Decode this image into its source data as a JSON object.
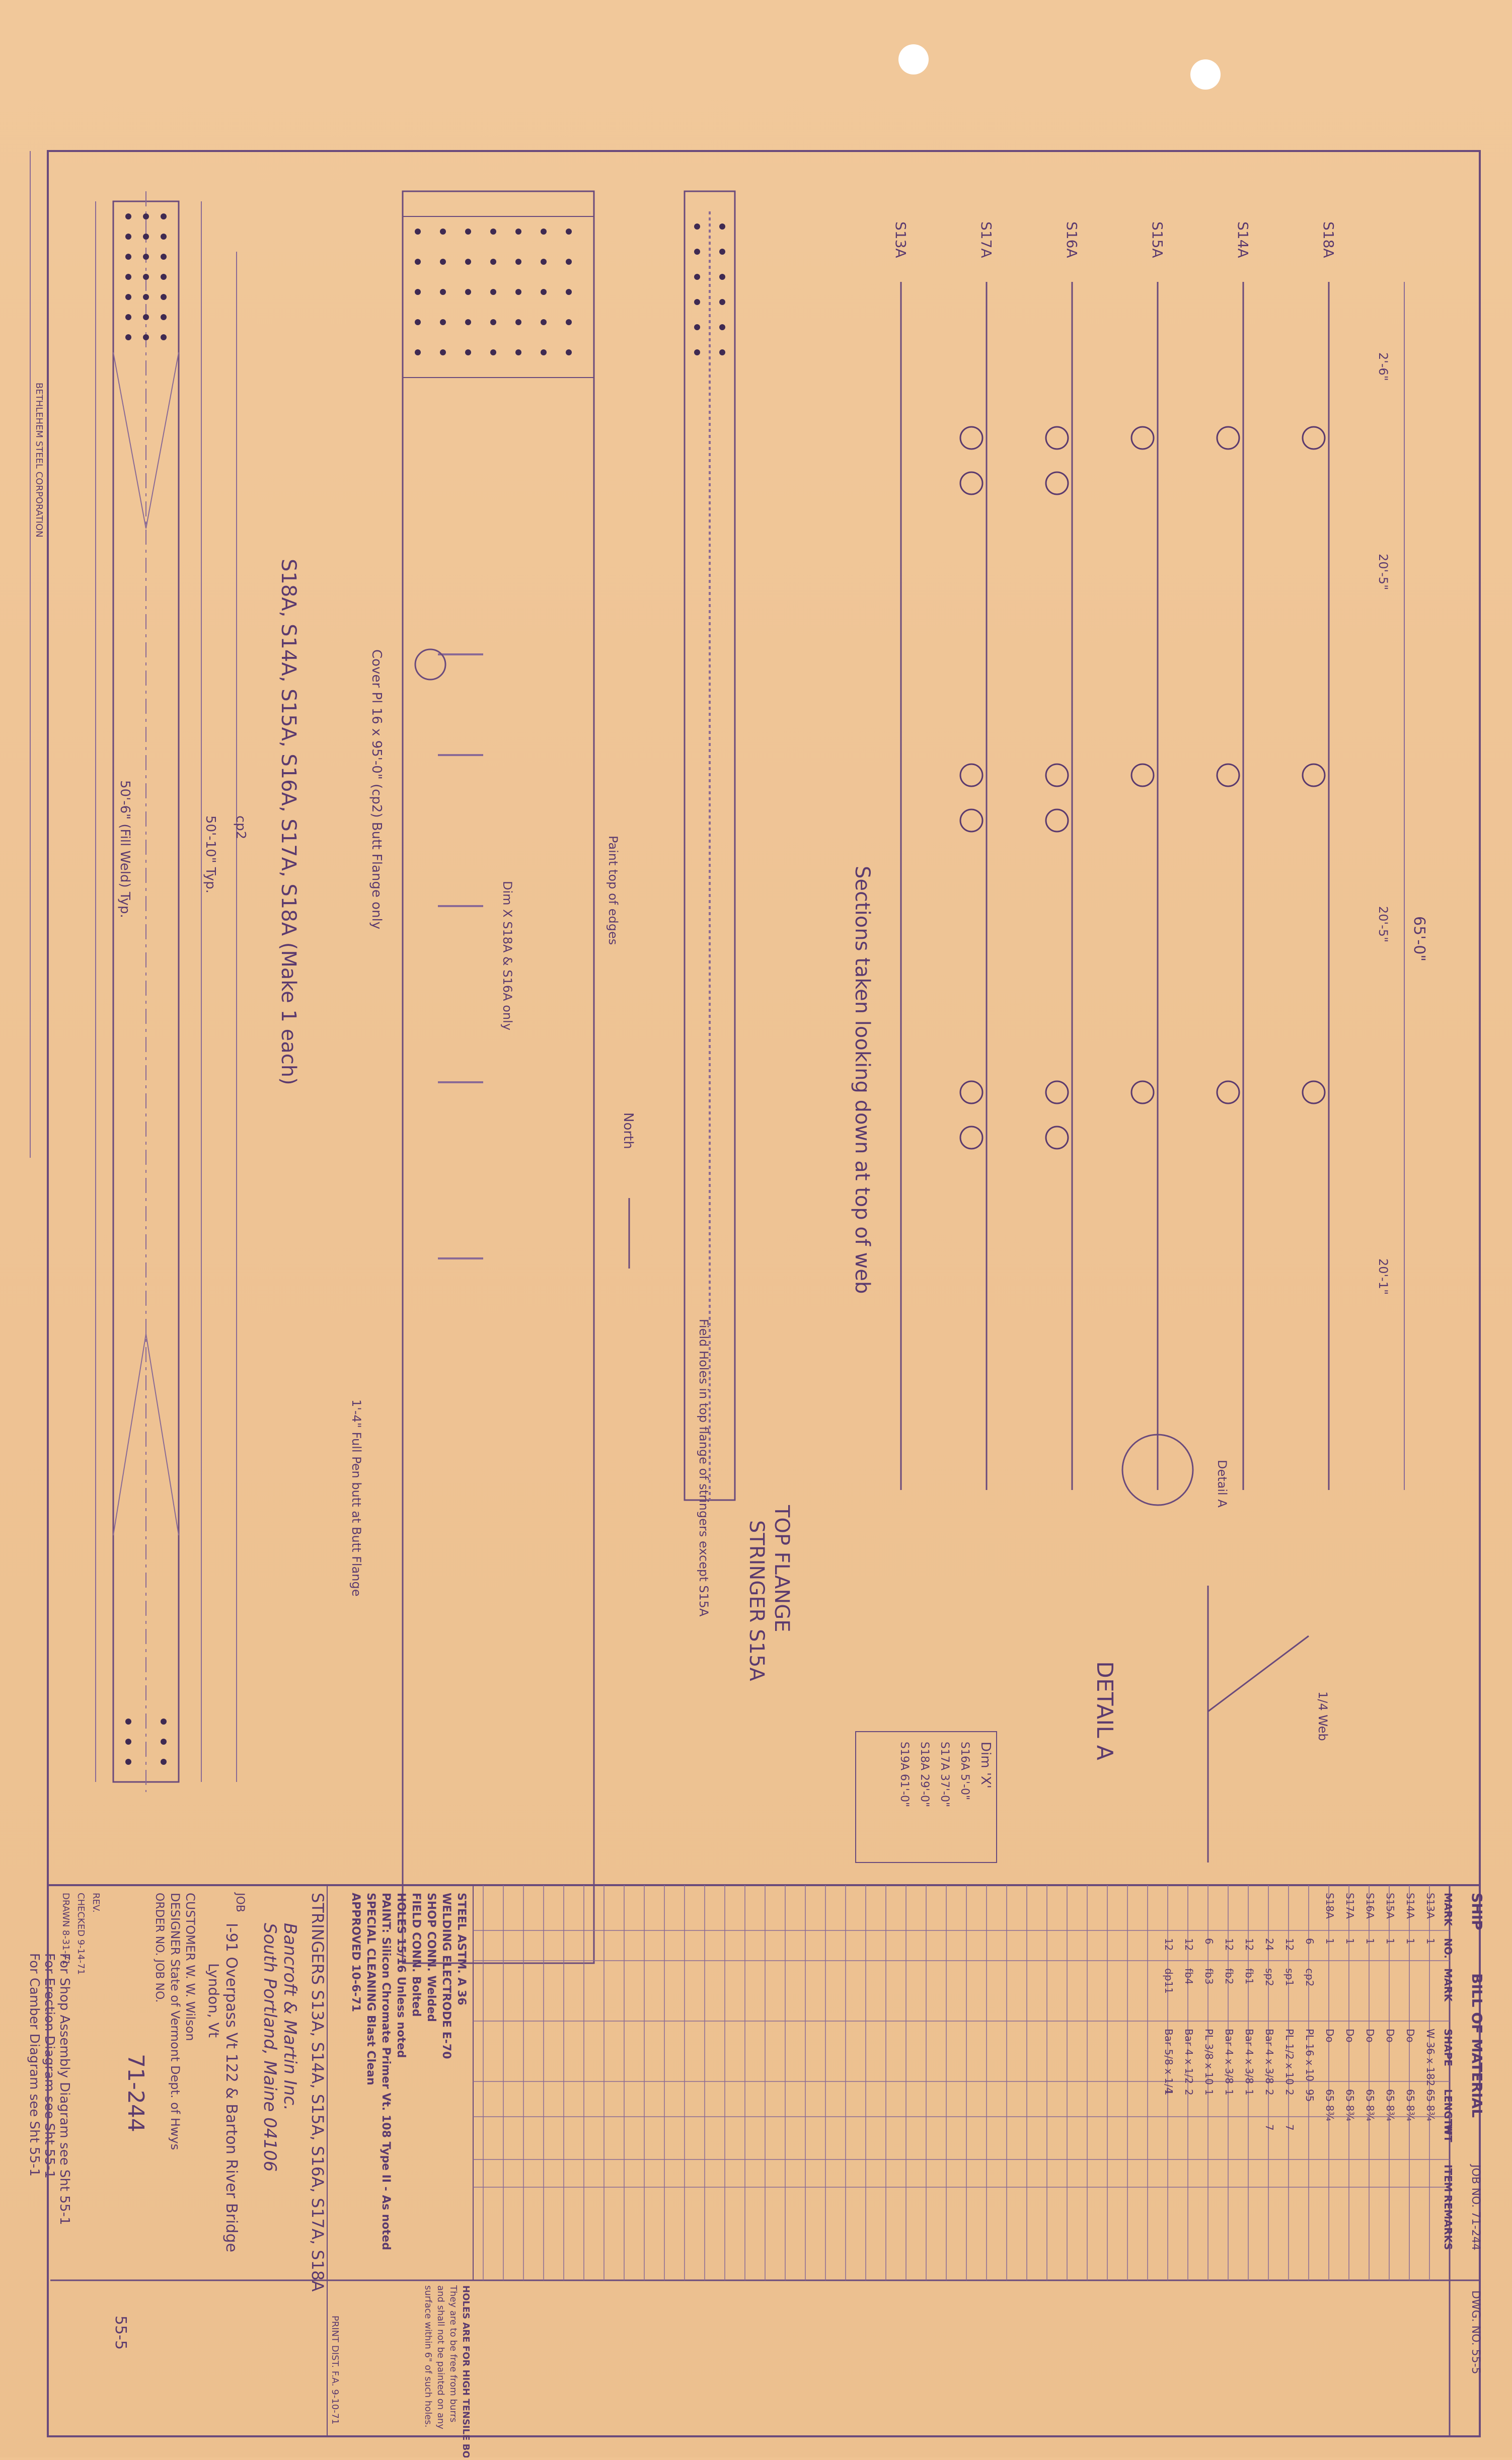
{
  "sheet": {
    "edge_print": "BETHLEHEM STEEL CORPORATION"
  },
  "elevation": {
    "title": "S18A, S14A, S15A, S16A, S17A, S18A  (Make 1 each)",
    "weld_note": "50'-6\" (Fill Weld) Typ.",
    "dim_50_10": "50'-10\" Typ.",
    "cp2_label": "cp2"
  },
  "cover": {
    "note": "Cover Pl 16 x 95'-0\" (cp2) Butt Flange only",
    "dim_x_note": "Dim X S18A & S16A only",
    "paint_note": "Paint top of edges",
    "north": "North",
    "butt_note": "1'-4\" Full Pen butt at Butt Flange"
  },
  "flange": {
    "title": "TOP FLANGE",
    "subtitle": "STRINGER S15A",
    "holes_note": "Field Holes in top flange of stringers except S15A"
  },
  "dim_table": {
    "title": "Dim 'X'",
    "row1": "S16A 5'-0\"",
    "row2": "S17A 37'-0\"",
    "row3": "S18A 29'-0\"",
    "row4": "S19A 61'-0\""
  },
  "sections": {
    "labels": [
      "S13A",
      "S17A",
      "S16A",
      "S15A",
      "S14A",
      "S18A"
    ],
    "overall_length": "65'-0\"",
    "dim_a": "2'-6\"",
    "dim_b": "20'-5\"",
    "dim_c": "20'-5\"",
    "dim_d": "20'-1\"",
    "caption": "Sections taken looking down at top of web",
    "detail_callout": "Detail A",
    "detail_title": "DETAIL A",
    "detail_note": "1/4 Web"
  },
  "title_block": {
    "ship_label": "SHIP",
    "bom_title": "BILL OF MATERIAL",
    "job_no": "JOB NO. 71-244",
    "dwg_no": "DWG. NO. 55-5",
    "piece_marks": "STRINGERS S13A, S14A, S15A, S16A, S17A, S18A",
    "company": "Bancroft & Martin Inc.",
    "company_city": "South Portland, Maine 04106",
    "job_label": "JOB",
    "project": "I-91 Overpass Vt 122 & Barton River Bridge",
    "location": "Lyndon, Vt",
    "customer": "CUSTOMER  W. W. Wilson",
    "designer": "DESIGNER  State of Vermont  Dept. of Hwys",
    "order_label": "ORDER NO.   JOB NO.",
    "order_no": "71-244",
    "drawing_no": "55-5",
    "drawn": "DRAWN  8-31-71",
    "checked": "CHECKED  9-14-71",
    "rev": "REV.",
    "print_dist": "PRINT DIST. F.A. 9-10-71"
  },
  "bom": {
    "headers": [
      "MARK",
      "NO.",
      "MARK",
      "SHAPE",
      "LENGTH",
      "WT",
      "ITEM",
      "REMARKS"
    ],
    "rows": [
      [
        "S13A",
        "1",
        "",
        "W 36 x 182",
        "65 8¾",
        "",
        "",
        ""
      ],
      [
        "S14A",
        "1",
        "",
        "Do",
        "65 8¾",
        "",
        "",
        ""
      ],
      [
        "S15A",
        "1",
        "",
        "Do",
        "65 8¾",
        "",
        "",
        ""
      ],
      [
        "S16A",
        "1",
        "",
        "Do",
        "65 8¾",
        "",
        "",
        ""
      ],
      [
        "S17A",
        "1",
        "",
        "Do",
        "65 8¾",
        "",
        "",
        ""
      ],
      [
        "S18A",
        "1",
        "",
        "Do",
        "65 8¾",
        "",
        "",
        ""
      ],
      [
        "",
        "6",
        "cp2",
        "PL 16 x 10",
        "95",
        "",
        "",
        ""
      ],
      [
        "",
        "12",
        "sp1",
        "PL 1/2 x 10",
        "2",
        "7",
        "",
        ""
      ],
      [
        "",
        "24",
        "sp2",
        "Bar 4 x 3/8",
        "2",
        "7",
        "",
        ""
      ],
      [
        "",
        "12",
        "fb1",
        "Bar 4 x 3/8",
        "1",
        "",
        "",
        ""
      ],
      [
        "",
        "12",
        "fb2",
        "Bar 4 x 3/8",
        "1",
        "",
        "",
        ""
      ],
      [
        "",
        "6",
        "fb3",
        "PL 3/8 x 10",
        "1",
        "",
        "",
        ""
      ],
      [
        "",
        "12",
        "fb4",
        "Bar 4 x 1/2",
        "2",
        "",
        "",
        ""
      ],
      [
        "",
        "12",
        "dp11",
        "Bar 5/8 x 1/4",
        "1",
        "",
        "",
        ""
      ]
    ]
  },
  "specs": {
    "steel": "STEEL ASTM. A 36",
    "electrode": "WELDING ELECTRODE E-70",
    "shop_conn": "SHOP CONN. Welded",
    "field_conn": "FIELD CONN. Bolted",
    "holes": "HOLES 15/16 Unless noted",
    "paint": "PAINT: Silicon Chromate Primer Vt. 108 Type II - As noted",
    "cleaning": "SPECIAL CLEANING Blast Clean",
    "approved": "APPROVED 10-6-71",
    "bolt_note": [
      "HOLES ARE FOR HIGH TENSILE BOLTS",
      "They are to be free from burrs",
      "and shall not be painted on any",
      "surface within 6\" of such holes."
    ]
  },
  "notes": {
    "line1": "For Camber Diagram see Sht 55-1",
    "line2": "For Erection Diagram see Sht 55-1",
    "line3": "For Shop Assembly Diagram see Sht 55-1"
  }
}
